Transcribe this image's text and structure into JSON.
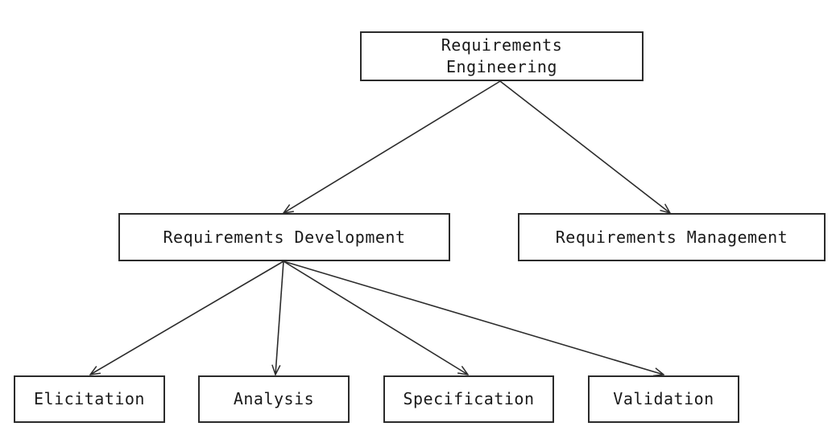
{
  "diagram": {
    "root": {
      "label": "Requirements\nEngineering"
    },
    "level1": {
      "development": {
        "label": "Requirements Development"
      },
      "management": {
        "label": "Requirements Management"
      }
    },
    "level2": {
      "elicitation": {
        "label": "Elicitation"
      },
      "analysis": {
        "label": "Analysis"
      },
      "specification": {
        "label": "Specification"
      },
      "validation": {
        "label": "Validation"
      }
    },
    "colors": {
      "line": "#2b2b2b",
      "box_border": "#2b2b2b",
      "text": "#1a1a1a",
      "background": "#ffffff"
    }
  }
}
